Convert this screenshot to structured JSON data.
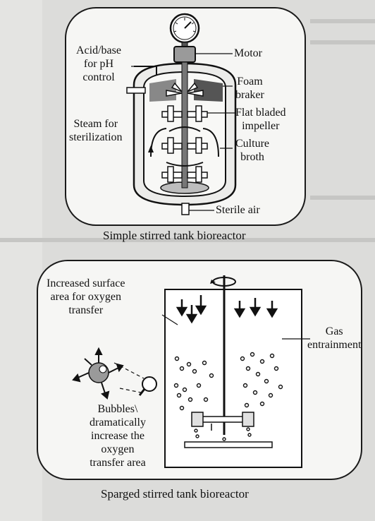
{
  "figure1": {
    "caption": "Simple stirred tank bioreactor",
    "labels": {
      "acid_base": [
        "Acid/base",
        "for pH",
        "control"
      ],
      "steam": [
        "Steam for",
        "sterilization"
      ],
      "motor": "Motor",
      "foam_breaker": [
        "Foam",
        "braker"
      ],
      "impeller": [
        "Flat bladed",
        "impeller"
      ],
      "culture": [
        "Culture",
        "broth"
      ],
      "sterile_air": "Sterile air"
    }
  },
  "figure2": {
    "caption": "Sparged stirred tank bioreactor",
    "labels": {
      "surface_area": [
        "Increased surface",
        "area for oxygen",
        "transfer"
      ],
      "gas": [
        "Gas",
        "entrainment"
      ],
      "bubbles": [
        "Bubbles\\",
        "dramatically",
        "increase the",
        "oxygen",
        "transfer area"
      ]
    }
  }
}
